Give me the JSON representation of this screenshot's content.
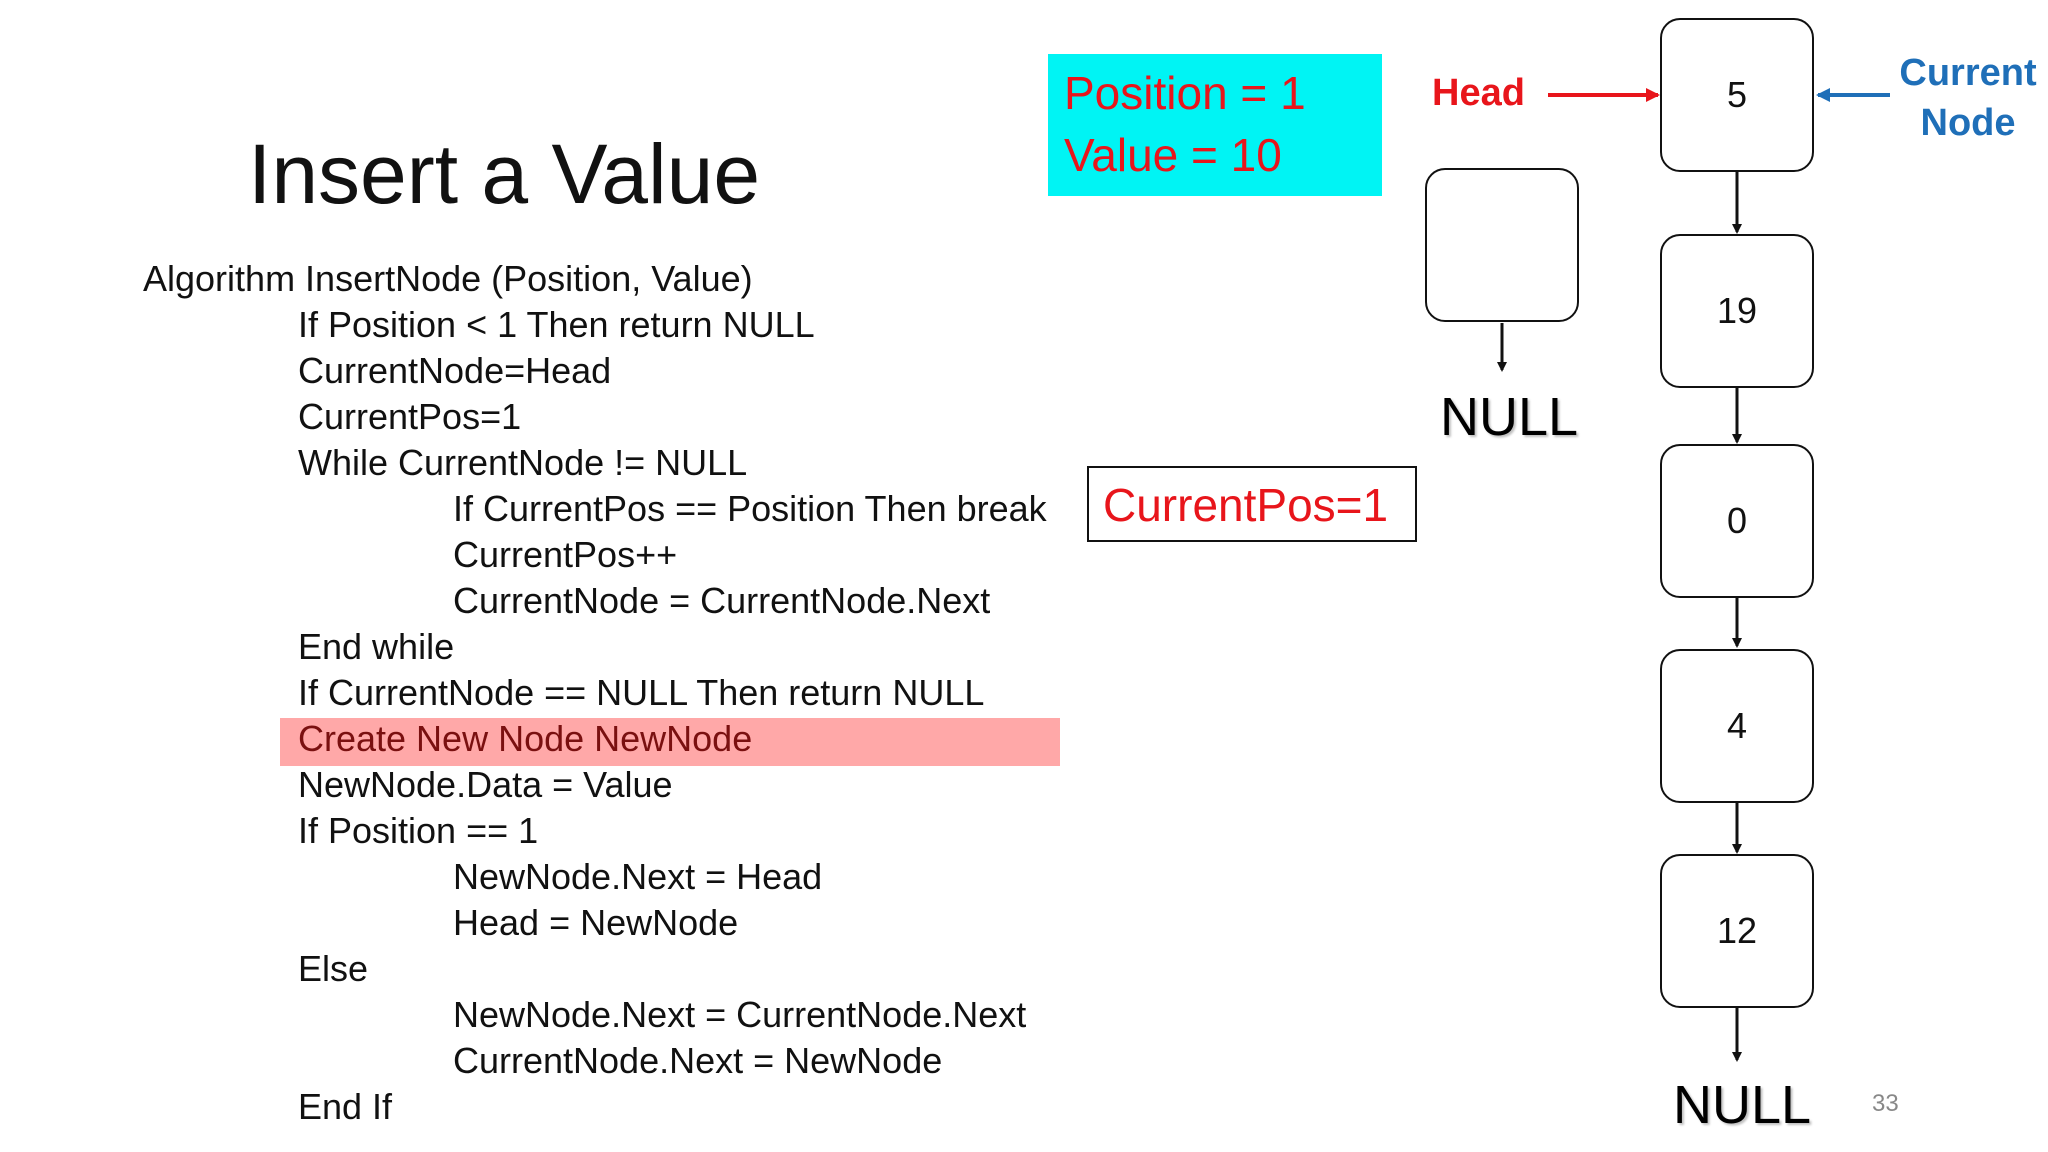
{
  "slide": {
    "title": "Insert a Value",
    "page_number": "33"
  },
  "algorithm": {
    "lines": [
      "Algorithm InsertNode (Position, Value)",
      "If Position < 1 Then return NULL",
      "CurrentNode=Head",
      "CurrentPos=1",
      "While CurrentNode != NULL",
      "If CurrentPos == Position Then break",
      "CurrentPos++",
      "CurrentNode = CurrentNode.Next",
      "End while",
      "If CurrentNode == NULL Then return NULL",
      "Create New Node NewNode",
      "NewNode.Data = Value",
      "If Position == 1",
      "NewNode.Next = Head",
      "Head = NewNode",
      "Else",
      "NewNode.Next = CurrentNode.Next",
      "CurrentNode.Next = NewNode",
      "End If"
    ],
    "highlighted_line": "Create New Node NewNode",
    "highlight_color": "#ffa8a8"
  },
  "params": {
    "position": "Position = 1",
    "value": "Value = 10",
    "background": "#00f4f4"
  },
  "current_pos": {
    "text": "CurrentPos=1"
  },
  "list": {
    "nodes": [
      "5",
      "19",
      "0",
      "4",
      "12"
    ],
    "tail": "NULL"
  },
  "new_node": {
    "value": "",
    "next": "NULL"
  },
  "labels": {
    "head": "Head",
    "current_line1": "Current",
    "current_line2": "Node"
  },
  "colors": {
    "red": "#e8151b",
    "blue": "#1f6fb8"
  }
}
